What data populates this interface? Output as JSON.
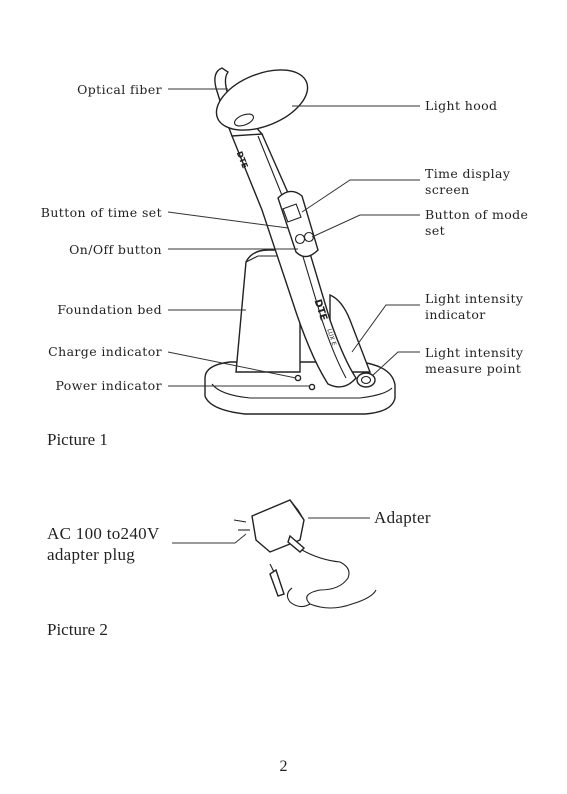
{
  "picture1": {
    "caption": "Picture 1",
    "labels": {
      "optical_fiber": "Optical fiber",
      "light_hood": "Light  hood",
      "time_display_1": "Time display",
      "time_display_2": "screen",
      "button_time_set": "Button of time set",
      "button_mode_1": "Button of mode",
      "button_mode_2": "set",
      "on_off": "On/Off button",
      "foundation": "Foundation bed",
      "light_intensity_ind_1": "Light intensity",
      "light_intensity_ind_2": "indicator",
      "charge": "Charge indicator",
      "light_measure_1": "Light intensity",
      "light_measure_2": "measure point",
      "power": "Power indicator"
    },
    "device_text": {
      "brand_top": "DTE",
      "brand_body": "DTE",
      "model": "LUX E"
    }
  },
  "picture2": {
    "caption": "Picture 2",
    "adapter": "Adapter",
    "plug_1": "AC 100 to240V",
    "plug_2": "adapter plug"
  },
  "page_number": "2"
}
